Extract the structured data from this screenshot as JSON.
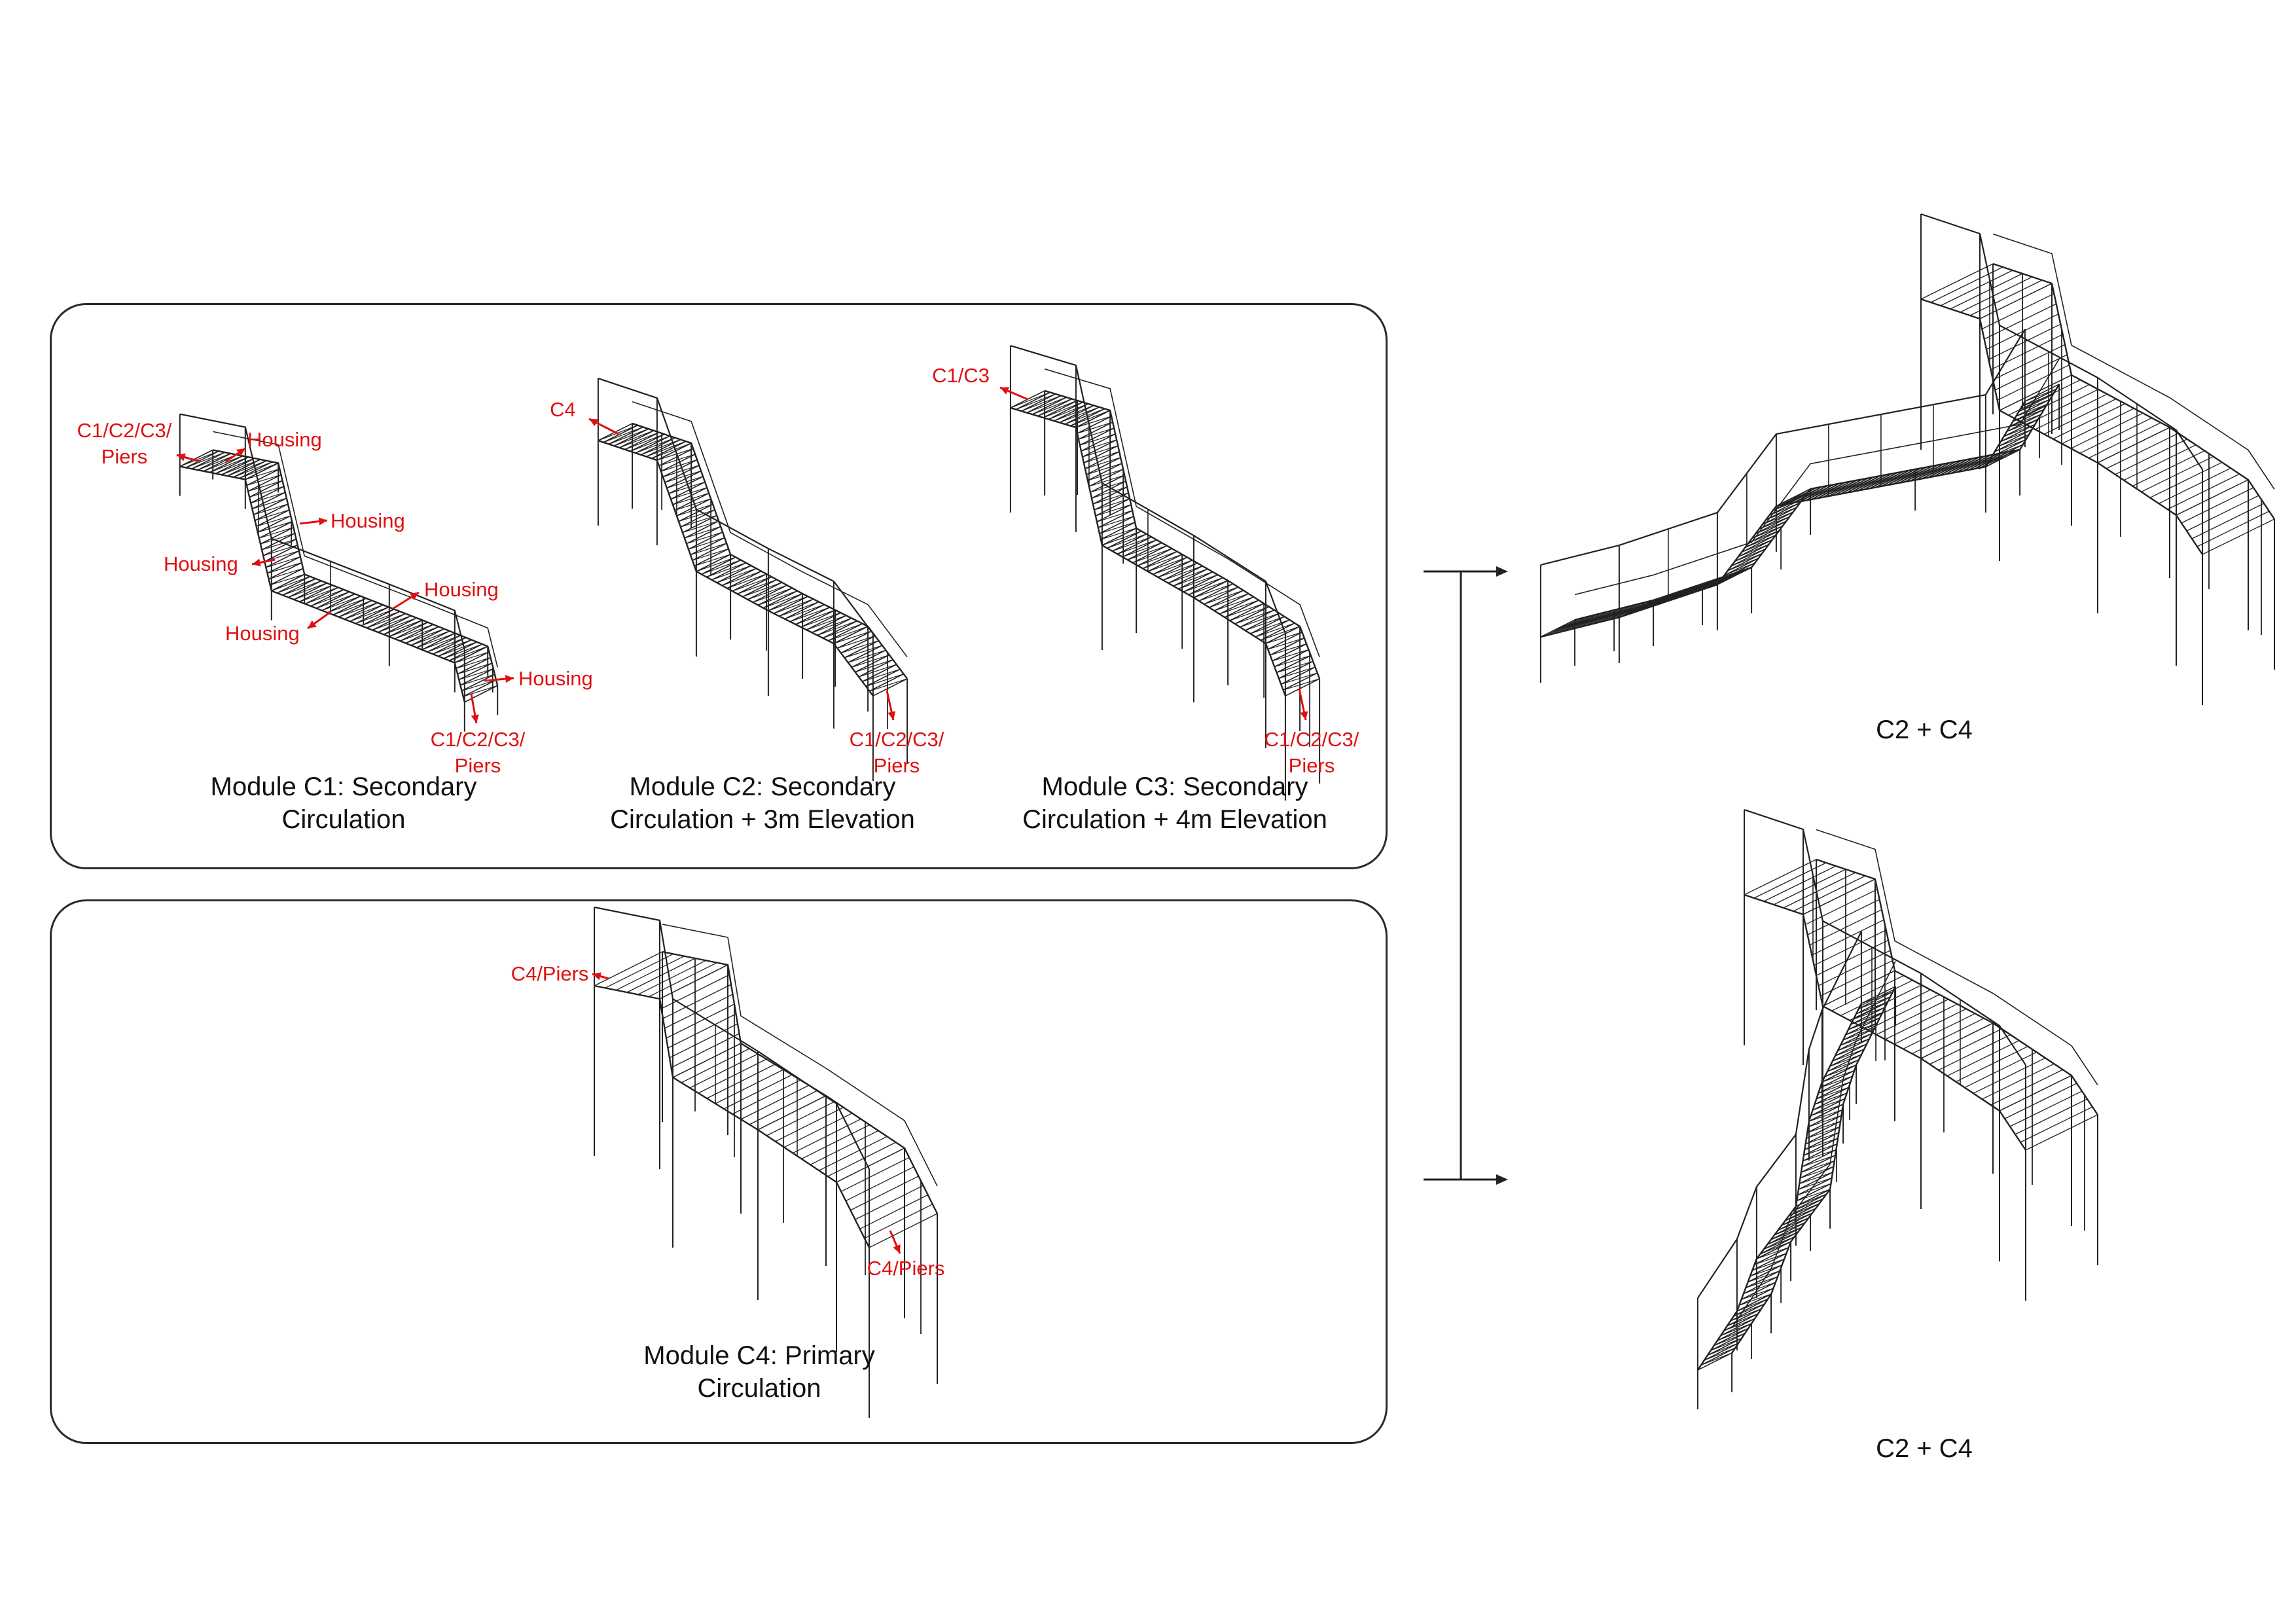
{
  "modules": {
    "c1": {
      "caption": "Module C1: Secondary\nCirculation"
    },
    "c2": {
      "caption": "Module C2: Secondary\nCirculation + 3m Elevation"
    },
    "c3": {
      "caption": "Module C3: Secondary\nCirculation + 4m Elevation"
    },
    "c4": {
      "caption": "Module C4: Primary\nCirculation"
    }
  },
  "connection_labels": {
    "c1_start": "C1/C2/C3/\nPiers",
    "c1_housing_1": "Housing",
    "c1_housing_2": "Housing",
    "c1_housing_3": "Housing",
    "c1_housing_4": "Housing",
    "c1_housing_5": "Housing",
    "c1_housing_6": "Housing",
    "c1_end": "C1/C2/C3/\nPiers",
    "c2_start": "C4",
    "c2_end": "C1/C2/C3/\nPiers",
    "c3_start": "C1/C3",
    "c3_end": "C1/C2/C3/\nPiers",
    "c4_start": "C4/Piers",
    "c4_end": "C4/Piers"
  },
  "combinations": {
    "top": {
      "caption": "C2 + C4"
    },
    "bottom": {
      "caption": "C2 + C4"
    }
  },
  "colors": {
    "annotation": "#e01010",
    "line": "#222222",
    "frame": "#2a2a2a"
  }
}
